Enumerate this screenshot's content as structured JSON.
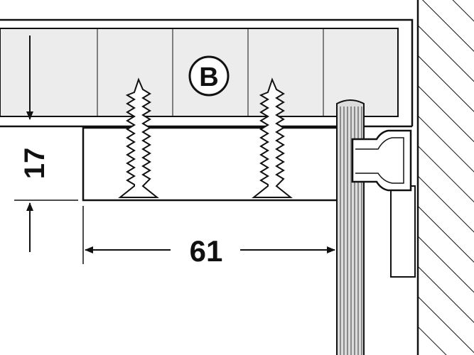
{
  "diagram": {
    "component_label": "B",
    "dimension_height": "17",
    "dimension_width": "61",
    "colors": {
      "line": "#111111",
      "panel_fill": "#ececec",
      "grooved_fill": "#dcdcdc"
    }
  }
}
